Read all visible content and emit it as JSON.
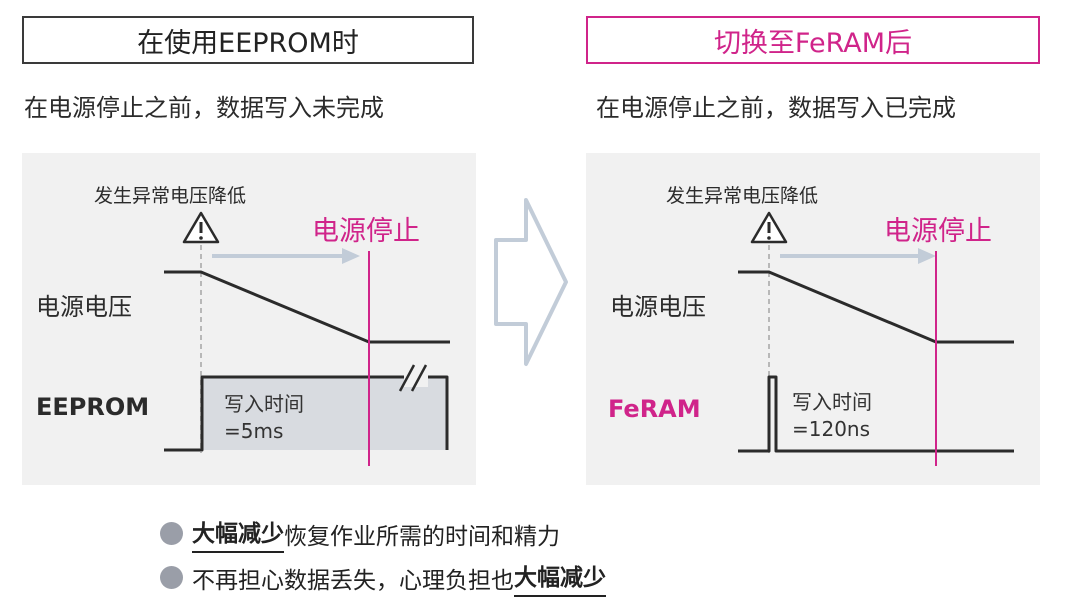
{
  "left": {
    "header": "在使用EEPROM时",
    "subtitle": "在电源停止之前，数据写入未完成",
    "warning_label": "发生异常电压降低",
    "power_stop_label": "电源停止",
    "voltage_label": "电源电压",
    "memory_label": "EEPROM",
    "write_time_title": "写入时间",
    "write_time_value": "=5ms"
  },
  "right": {
    "header": "切换至FeRAM后",
    "subtitle": "在电源停止之前，数据写入已完成",
    "warning_label": "发生异常电压降低",
    "power_stop_label": "电源停止",
    "voltage_label": "电源电压",
    "memory_label": "FeRAM",
    "write_time_title": "写入时间",
    "write_time_value": "=120ns"
  },
  "bullets": [
    {
      "emphasis": "大幅减少",
      "text": "恢复作业所需的时间和精力"
    },
    {
      "text": "不再担心数据丢失，心理负担也",
      "emphasis": "大幅减少"
    }
  ],
  "colors": {
    "accent": "#d0248a",
    "line": "#2b2b2b",
    "arrow": "#c2ccd8",
    "panel_bg": "#f1f1f1",
    "bullet_dot": "#9a9ea8",
    "eeprom_fill": "#d8dbe0"
  },
  "icons": {
    "warning": "warning-triangle-icon",
    "transition": "right-arrow-icon",
    "break": "double-slash-break-icon"
  }
}
